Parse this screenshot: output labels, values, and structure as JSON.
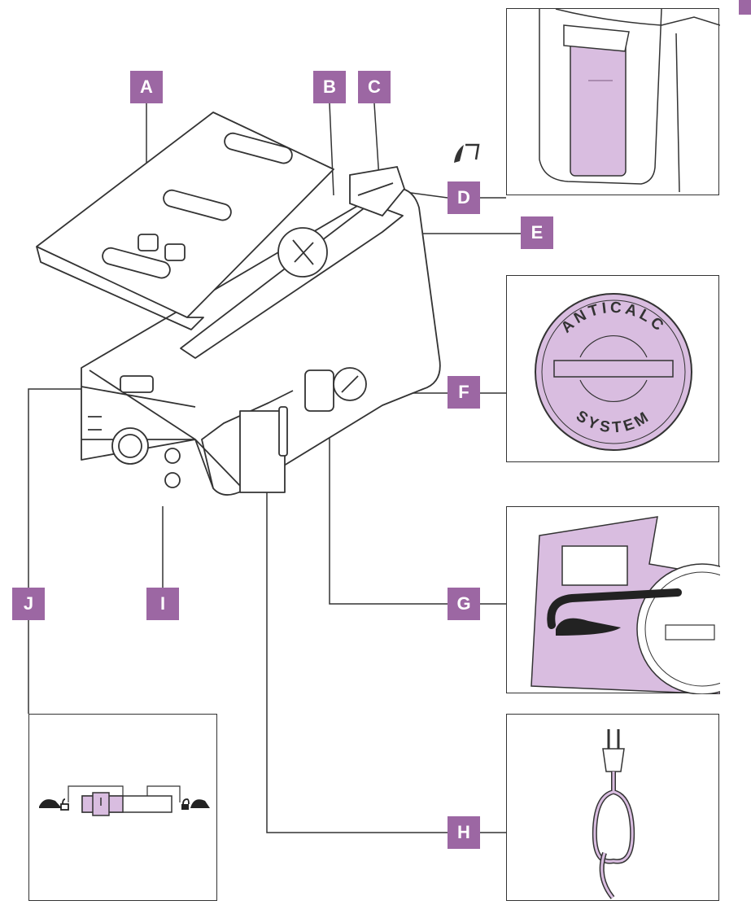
{
  "labels": {
    "a": "A",
    "b": "B",
    "c": "C",
    "d": "D",
    "e": "E",
    "f": "F",
    "g": "G",
    "h": "H",
    "i": "I",
    "j": "J"
  },
  "badge": {
    "top": "ANTICALC",
    "bottom": "SYSTEM"
  },
  "colors": {
    "accent": "#9c67a3",
    "accent_light": "#d9bde0",
    "line": "#333333"
  },
  "icons": {
    "d": "water-tank-icon",
    "g": "iron-lock-icon",
    "h": "power-plug-icon",
    "j": "lock-slider-icon"
  }
}
